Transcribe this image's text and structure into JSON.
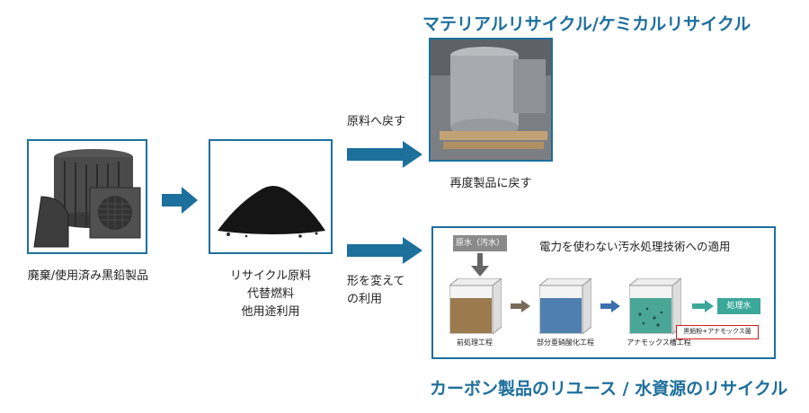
{
  "headings": {
    "top": "マテリアルリサイクル/ケミカルリサイクル",
    "bottom": "カーボン製品のリユース / 水資源のリサイクル"
  },
  "items": {
    "waste_label": "廃棄/使用済み黒鉛製品",
    "recycle_label_lines": [
      "リサイクル原料",
      "代替燃料",
      "他用途利用"
    ],
    "reuse_label": "再度製品に戻す"
  },
  "arrows": {
    "upper_label": "原料へ戻す",
    "lower_label_lines": [
      "形を変えて",
      "の利用"
    ]
  },
  "water_panel": {
    "title": "電力を使わない汚水処理技術への適用",
    "sewage": "原水（汚水）",
    "tanks": [
      "前処理工程",
      "部分亜硝酸化工程",
      "アナモックス槽工程"
    ],
    "output": "処理水",
    "callout": "黒鉛粉+アナモックス菌"
  },
  "colors": {
    "brand_blue": "#1d6f9c",
    "arrow_blue": "#1d6f9c",
    "callout_red": "#d01b1b",
    "output_teal": "#3ba89a"
  }
}
